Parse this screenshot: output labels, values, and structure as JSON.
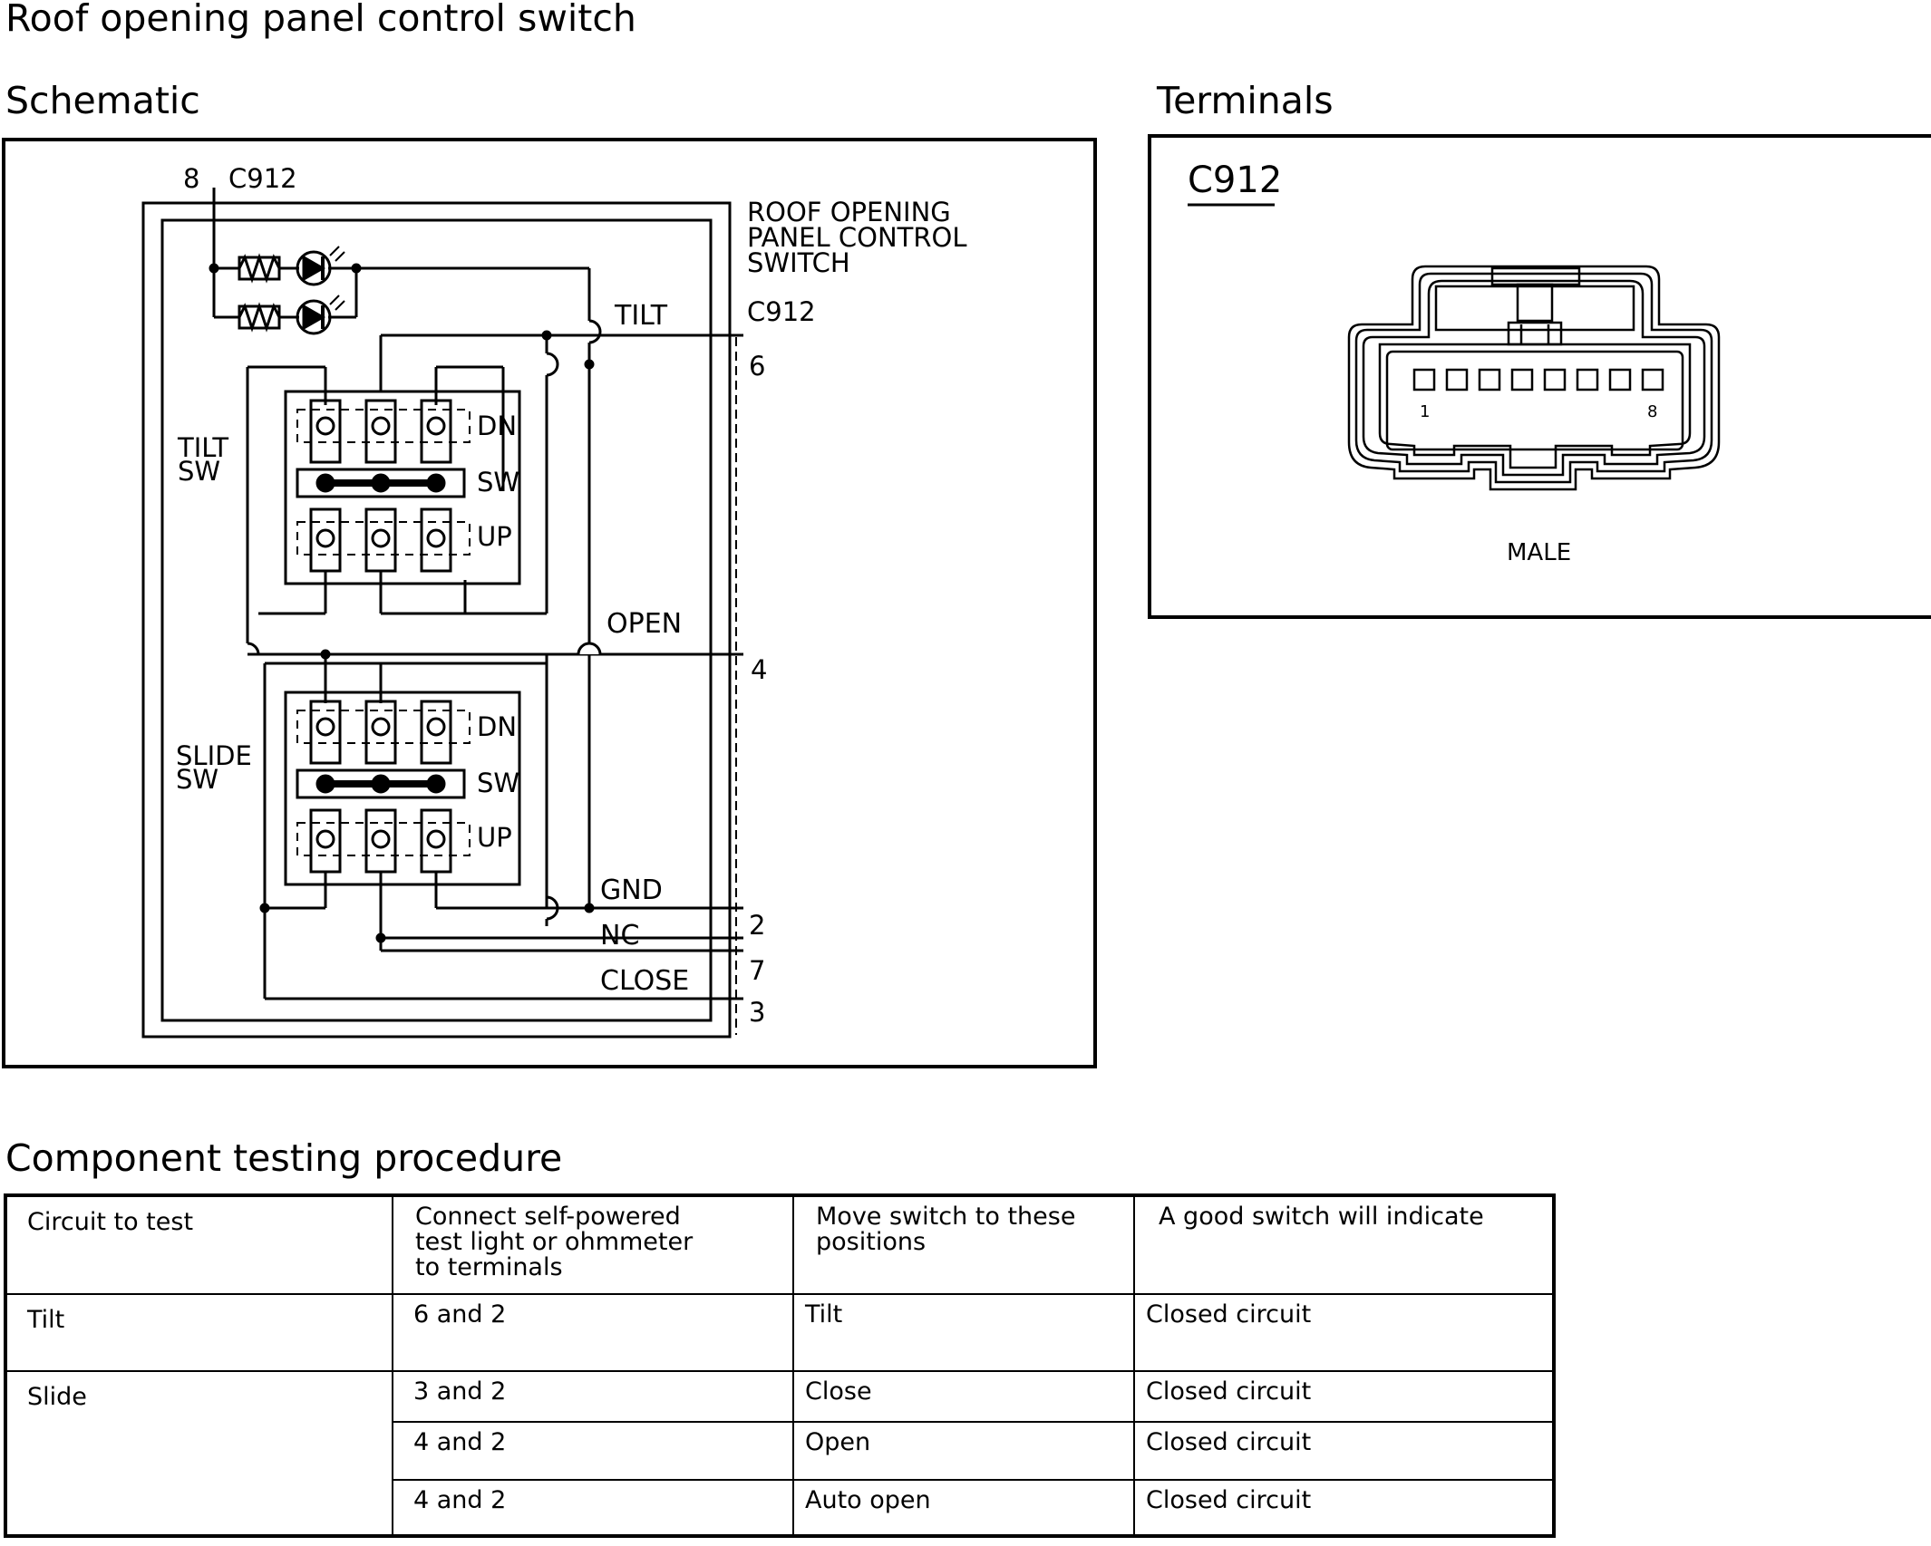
{
  "page_title": "Roof opening panel control switch",
  "schematic": {
    "heading": "Schematic",
    "connector_top_pin": "8",
    "connector_top_name": "C912",
    "component_label": [
      "ROOF OPENING",
      "PANEL CONTROL",
      "SWITCH"
    ],
    "connector_right_name": "C912",
    "tilt_sw_label": [
      "TILT",
      "SW"
    ],
    "slide_sw_label": [
      "SLIDE",
      "SW"
    ],
    "switch_positions": [
      "DN",
      "SW",
      "UP"
    ],
    "circuits": [
      {
        "name": "TILT",
        "pin": "6"
      },
      {
        "name": "OPEN",
        "pin": "4"
      },
      {
        "name": "GND",
        "pin": "2"
      },
      {
        "name": "NC",
        "pin": "7"
      },
      {
        "name": "CLOSE",
        "pin": "3"
      }
    ]
  },
  "terminals": {
    "heading": "Terminals",
    "connector_name": "C912",
    "pin_first": "1",
    "pin_last": "8",
    "gender": "MALE"
  },
  "procedure": {
    "heading": "Component testing procedure",
    "columns": [
      "Circuit to test",
      "Connect self-powered\ntest light or ohmmeter\nto terminals",
      "Move switch to these\npositions",
      "A good switch will indicate"
    ],
    "rows": [
      {
        "circuit": "Tilt",
        "terminals": "6 and 2",
        "position": "Tilt",
        "result": "Closed circuit"
      },
      {
        "circuit": "Slide",
        "terminals": "3 and 2",
        "position": "Close",
        "result": "Closed circuit"
      },
      {
        "circuit": "",
        "terminals": "4 and 2",
        "position": "Open",
        "result": "Closed circuit"
      },
      {
        "circuit": "",
        "terminals": "4 and 2",
        "position": "Auto open",
        "result": "Closed circuit"
      }
    ]
  }
}
